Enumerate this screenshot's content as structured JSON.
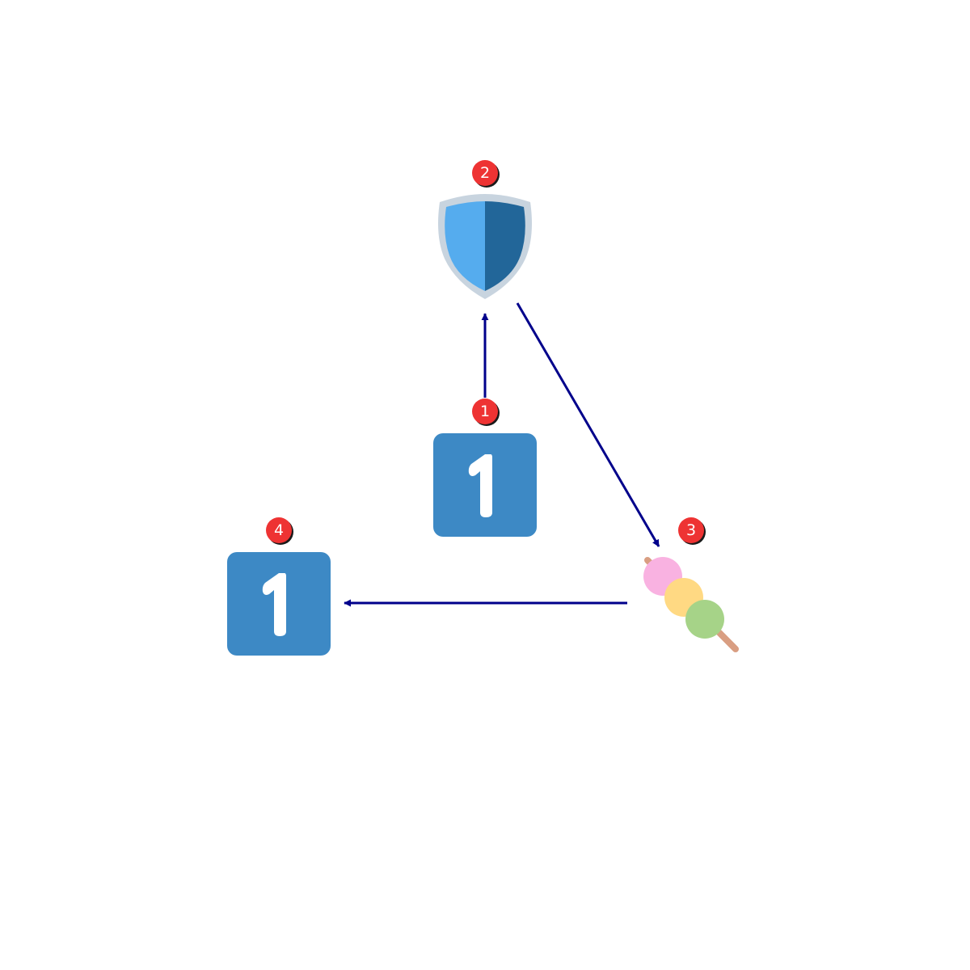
{
  "nodes": [
    {
      "id": "n1",
      "icon": "keycap-digit-one-icon",
      "badge": "1",
      "colors": {
        "tile": "#3d89c5",
        "digit": "#ffffff"
      }
    },
    {
      "id": "n2",
      "icon": "shield-icon",
      "badge": "2",
      "colors": {
        "rim": "#c8d4df",
        "left": "#55acee",
        "right": "#226699"
      }
    },
    {
      "id": "n3",
      "icon": "dango-icon",
      "badge": "3",
      "colors": {
        "stick": "#d99e82",
        "top": "#f9b2e1",
        "middle": "#ffd983",
        "bottom": "#a6d388"
      }
    },
    {
      "id": "n4",
      "icon": "keycap-digit-one-icon",
      "badge": "4",
      "colors": {
        "tile": "#3d89c5",
        "digit": "#ffffff"
      }
    }
  ],
  "edges": [
    {
      "from": "n1",
      "to": "n2"
    },
    {
      "from": "n2",
      "to": "n3"
    },
    {
      "from": "n3",
      "to": "n4"
    }
  ],
  "colors": {
    "edge": "#00008b",
    "badge_fill": "#ee3333",
    "badge_shadow": "#1a1a1a",
    "badge_text": "#ffffff",
    "background": "#ffffff"
  }
}
